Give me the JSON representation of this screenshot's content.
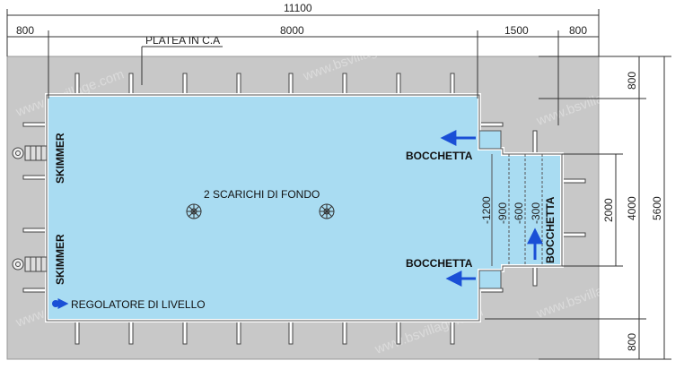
{
  "dimensions": {
    "total_width": "11100",
    "left_margin": "800",
    "pool_length": "8000",
    "step_zone": "1500",
    "right_margin": "800",
    "top_margin": "800",
    "pool_width": "4000",
    "step_width": "2000",
    "total_height": "5600",
    "bottom_margin": "800"
  },
  "labels": {
    "slab": "PLATEA IN C.A",
    "skimmer_top": "SKIMMER",
    "skimmer_bottom": "SKIMMER",
    "drains": "2 SCARICHI DI FONDO",
    "inlet_top": "BOCCHETTA",
    "inlet_bottom": "BOCCHETTA",
    "inlet_right": "BOCCHETTA",
    "level_regulator": "REGOLATORE DI LIVELLO"
  },
  "steps": [
    "-1200",
    "-900",
    "-600",
    "-300"
  ],
  "watermark": "www.bsvillage.com",
  "colors": {
    "slab": "#c8c8c8",
    "water": "#a9dcf2",
    "pool_edge": "#ffffff",
    "arrow": "#1a4fd6"
  }
}
